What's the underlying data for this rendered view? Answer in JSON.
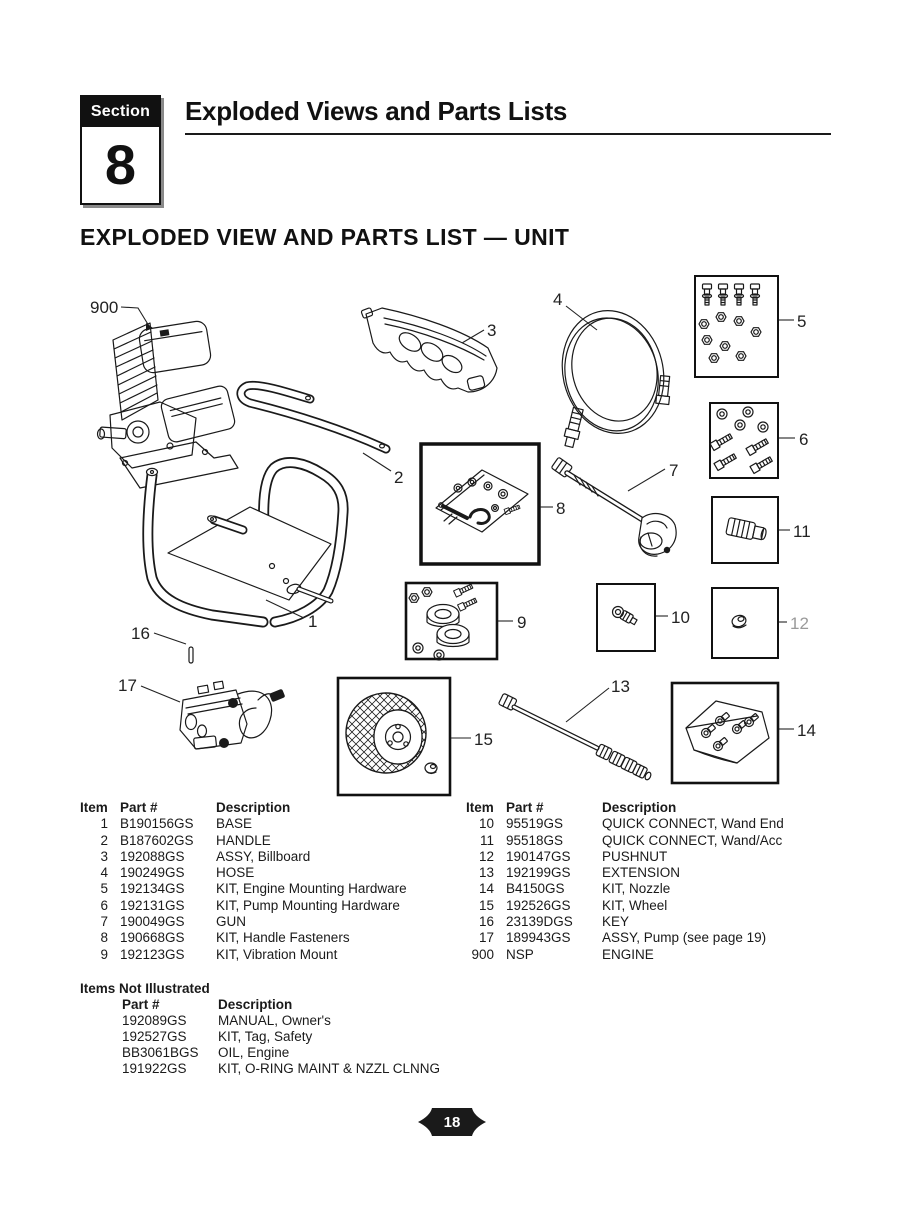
{
  "header": {
    "section_label": "Section",
    "section_number": "8",
    "chapter_title": "Exploded Views and Parts Lists",
    "page_title": "EXPLODED VIEW AND PARTS LIST — UNIT"
  },
  "diagram": {
    "callouts": {
      "c900": "900",
      "c1": "1",
      "c2": "2",
      "c3": "3",
      "c4": "4",
      "c5": "5",
      "c6": "6",
      "c7": "7",
      "c8": "8",
      "c9": "9",
      "c10": "10",
      "c11": "11",
      "c12": "12",
      "c13": "13",
      "c14": "14",
      "c15": "15",
      "c16": "16",
      "c17": "17"
    }
  },
  "parts_table": {
    "headers": {
      "item": "Item",
      "part": "Part #",
      "description": "Description"
    },
    "left_rows": [
      {
        "item": "1",
        "part": "B190156GS",
        "description": "BASE"
      },
      {
        "item": "2",
        "part": "B187602GS",
        "description": "HANDLE"
      },
      {
        "item": "3",
        "part": "192088GS",
        "description": "ASSY, Billboard"
      },
      {
        "item": "4",
        "part": "190249GS",
        "description": "HOSE"
      },
      {
        "item": "5",
        "part": "192134GS",
        "description": "KIT, Engine Mounting Hardware"
      },
      {
        "item": "6",
        "part": "192131GS",
        "description": "KIT, Pump Mounting Hardware"
      },
      {
        "item": "7",
        "part": "190049GS",
        "description": "GUN"
      },
      {
        "item": "8",
        "part": "190668GS",
        "description": "KIT, Handle Fasteners"
      },
      {
        "item": "9",
        "part": "192123GS",
        "description": "KIT, Vibration Mount"
      }
    ],
    "right_rows": [
      {
        "item": "10",
        "part": "95519GS",
        "description": "QUICK CONNECT, Wand End"
      },
      {
        "item": "11",
        "part": "95518GS",
        "description": "QUICK CONNECT, Wand/Acc"
      },
      {
        "item": "12",
        "part": "190147GS",
        "description": "PUSHNUT"
      },
      {
        "item": "13",
        "part": "192199GS",
        "description": "EXTENSION"
      },
      {
        "item": "14",
        "part": "B4150GS",
        "description": "KIT, Nozzle"
      },
      {
        "item": "15",
        "part": "192526GS",
        "description": "KIT, Wheel"
      },
      {
        "item": "16",
        "part": "23139DGS",
        "description": "KEY"
      },
      {
        "item": "17",
        "part": "189943GS",
        "description": "ASSY, Pump (see page 19)"
      },
      {
        "item": "900",
        "part": "NSP",
        "description": "ENGINE"
      }
    ]
  },
  "not_illustrated": {
    "title": "Items Not Illustrated",
    "headers": {
      "part": "Part #",
      "description": "Description"
    },
    "rows": [
      {
        "part": "192089GS",
        "description": "MANUAL, Owner's"
      },
      {
        "part": "192527GS",
        "description": "KIT, Tag, Safety"
      },
      {
        "part": "BB3061BGS",
        "description": "OIL, Engine"
      },
      {
        "part": "191922GS",
        "description": "KIT, O-RING MAINT & NZZL CLNNG"
      }
    ]
  },
  "footer": {
    "page_number": "18"
  },
  "colors": {
    "ink": "#1a1a1a",
    "paper": "#ffffff",
    "muted_callout": "#9a9a9a"
  }
}
